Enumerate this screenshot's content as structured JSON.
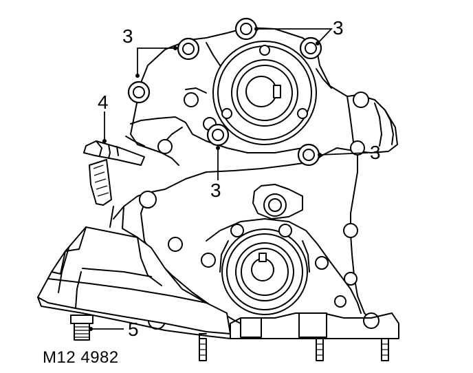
{
  "figure": {
    "reference_code": "M12 4982",
    "callouts": {
      "bolts_top_left": "3",
      "bolts_top_right": "3",
      "bolt_right": "3",
      "bolts_lower": "3",
      "sensor": "4",
      "plug": "5"
    }
  }
}
